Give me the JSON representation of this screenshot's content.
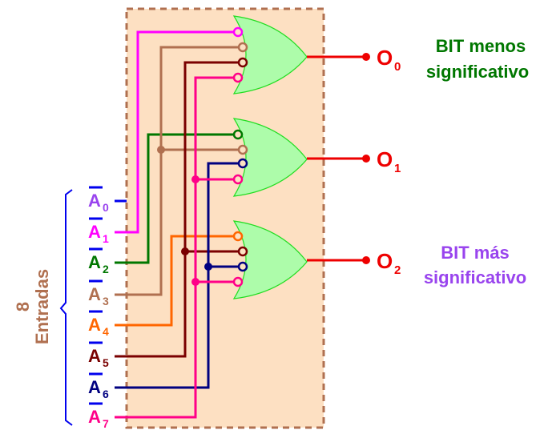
{
  "title": "Codificador de 8 entradas a 3 salidas",
  "colors": {
    "box_fill": "#fde0c2",
    "box_border": "#b07050",
    "gate_fill": "#adfcaa",
    "gate_border": "#22dd22",
    "output": "#ee0000",
    "brace": "#0000ee",
    "lsb_label": "#007700",
    "msb_label": "#9944ee",
    "group_label": "#b07050"
  },
  "group_label": {
    "count": "8",
    "text": "Entradas"
  },
  "inputs": [
    {
      "name": "A",
      "sub": "0",
      "color": "#9944ee",
      "wire": "#0000ee"
    },
    {
      "name": "A",
      "sub": "1",
      "color": "#ff00ff",
      "wire": "#ff00ff"
    },
    {
      "name": "A",
      "sub": "2",
      "color": "#007700",
      "wire": "#007700"
    },
    {
      "name": "A",
      "sub": "3",
      "color": "#b07050",
      "wire": "#b07050"
    },
    {
      "name": "A",
      "sub": "4",
      "color": "#ff6600",
      "wire": "#ff6600"
    },
    {
      "name": "A",
      "sub": "5",
      "color": "#7a0000",
      "wire": "#7a0000"
    },
    {
      "name": "A",
      "sub": "6",
      "color": "#000080",
      "wire": "#000080"
    },
    {
      "name": "A",
      "sub": "7",
      "color": "#ff0088",
      "wire": "#ff0088"
    }
  ],
  "gates": [
    {
      "type": "OR",
      "inputs": [
        "A1",
        "A3",
        "A5",
        "A7"
      ],
      "output": "O0"
    },
    {
      "type": "OR",
      "inputs": [
        "A2",
        "A3",
        "A6",
        "A7"
      ],
      "output": "O1"
    },
    {
      "type": "OR",
      "inputs": [
        "A4",
        "A5",
        "A6",
        "A7"
      ],
      "output": "O2"
    }
  ],
  "outputs": [
    {
      "name": "O",
      "sub": "0"
    },
    {
      "name": "O",
      "sub": "1"
    },
    {
      "name": "O",
      "sub": "2"
    }
  ],
  "annotations": {
    "lsb_line1": "BIT menos",
    "lsb_line2": "significativo",
    "msb_line1": "BIT más",
    "msb_line2": "significativo"
  }
}
